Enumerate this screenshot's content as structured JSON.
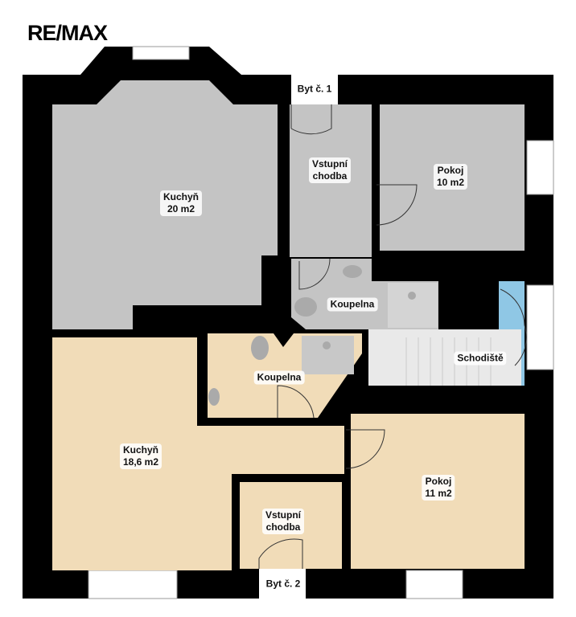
{
  "logo": "RE/MAX",
  "colors": {
    "wall": "#000000",
    "unit1": "#c4c4c4",
    "unit2": "#f1dcb8",
    "stairs": "#e9e9e9",
    "landing": "#8fc7e5",
    "wet": "#bdbdbd"
  },
  "rooms": {
    "kitchen1": {
      "name": "Kuchyň",
      "area": "20 m2"
    },
    "hall1": {
      "name": "Vstupní",
      "name2": "chodba"
    },
    "room1": {
      "name": "Pokoj",
      "area": "10 m2"
    },
    "bath1": {
      "name": "Koupelna"
    },
    "stairs": {
      "name": "Schodiště"
    },
    "bath2": {
      "name": "Koupelna"
    },
    "kitchen2": {
      "name": "Kuchyň",
      "area": "18,6 m2"
    },
    "room2": {
      "name": "Pokoj",
      "area": "11 m2"
    },
    "hall2": {
      "name": "Vstupní",
      "name2": "chodba"
    }
  },
  "entrances": {
    "flat1": "Byt č. 1",
    "flat2": "Byt č. 2"
  }
}
